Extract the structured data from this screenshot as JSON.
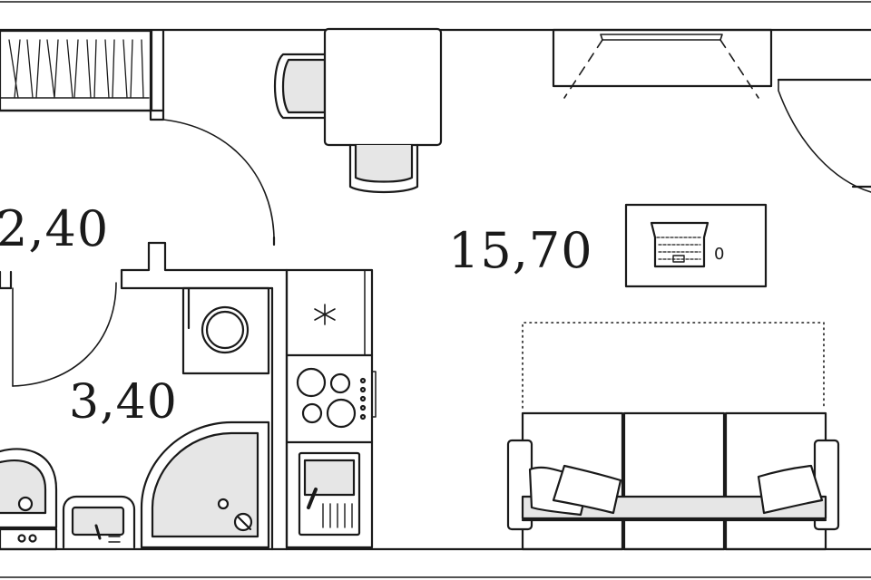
{
  "floor_plan": {
    "areas": {
      "hallway": "2,40",
      "bathroom": "3,40",
      "living_room": "15,70"
    },
    "laptop_indicator": "0"
  },
  "colors": {
    "line": "#1a1a1a",
    "fill_light": "#e6e6e6",
    "background": "#ffffff"
  }
}
